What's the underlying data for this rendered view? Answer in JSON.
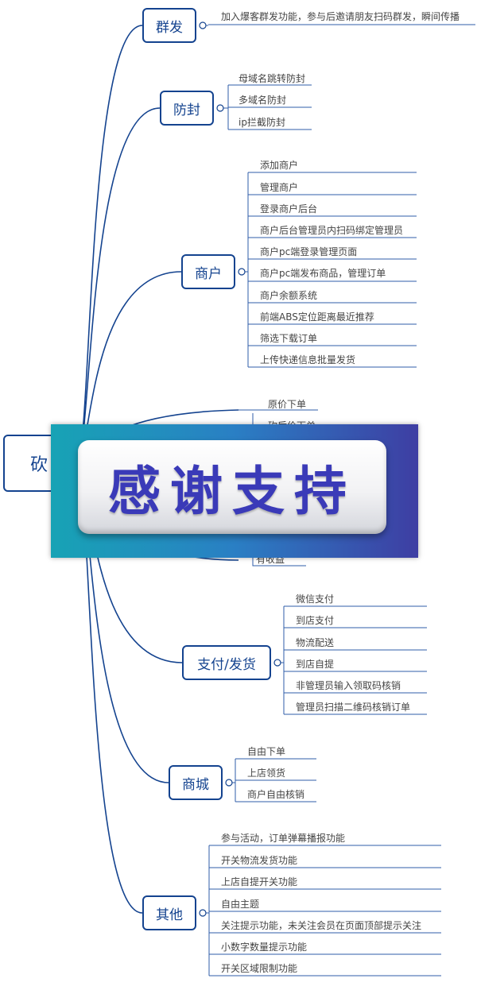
{
  "root": {
    "label": "砍"
  },
  "branches": [
    {
      "id": "qunfa",
      "label": "群发",
      "items": [
        "加入爆客群发功能，参与后邀请朋友扫码群发，瞬间传播"
      ]
    },
    {
      "id": "fangfeng",
      "label": "防封",
      "items": [
        "母域名跳转防封",
        "多域名防封",
        "ip拦截防封"
      ]
    },
    {
      "id": "shanghu",
      "label": "商户",
      "items": [
        "添加商户",
        "管理商户",
        "登录商户后台",
        "商户后台管理员内扫码绑定管理员",
        "商户pc端登录管理页面",
        "商户pc端发布商品，管理订单",
        "商户余额系统",
        "前端ABS定位距离最近推荐",
        "筛选下载订单",
        "上传快递信息批量发货"
      ]
    },
    {
      "id": "zhifu",
      "label": "支付/发货",
      "items": [
        "微信支付",
        "到店支付",
        "物流配送",
        "到店自提",
        "非管理员输入领取码核销",
        "管理员扫描二维码核销订单"
      ]
    },
    {
      "id": "shangcheng",
      "label": "商城",
      "items": [
        "自由下单",
        "上店领货",
        "商户自由核销"
      ]
    },
    {
      "id": "qita",
      "label": "其他",
      "items": [
        "参与活动，订单弹幕播报功能",
        "开关物流发货功能",
        "上店自提开关功能",
        "自由主题",
        "关注提示功能，未关注会员在页面顶部提示关注",
        "小数字数量提示功能",
        "开关区域限制功能"
      ]
    }
  ],
  "hidden_branch": {
    "items": [
      "原价下单",
      "砍后价下单",
      "有收益"
    ]
  },
  "banner": {
    "text": "感谢支持"
  },
  "colors": {
    "line": "#14438f",
    "leaf_line": "#2f5ca8",
    "leaf_text": "#444444",
    "banner_text": "#3a3ab8"
  }
}
